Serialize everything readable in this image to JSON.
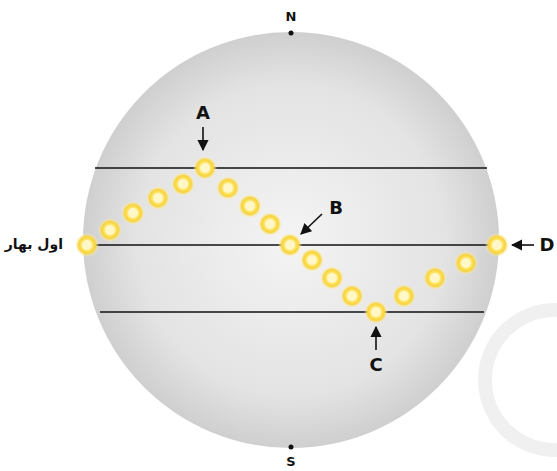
{
  "diagram": {
    "labels": [
      "N",
      "A",
      "B",
      "اول بهار",
      "D",
      "C",
      "S"
    ]
  }
}
